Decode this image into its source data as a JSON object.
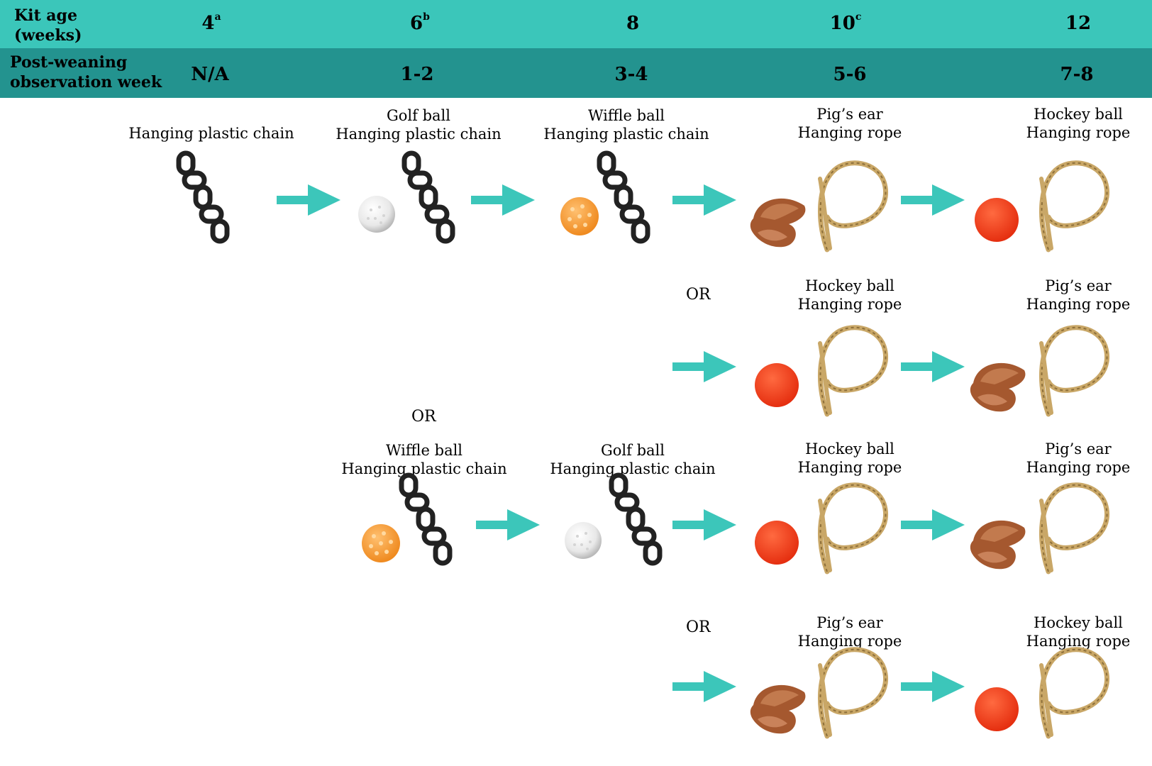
{
  "header": {
    "age_label": "Kit age (weeks)",
    "obs_label": "Post-weaning observation week",
    "ages": [
      {
        "value": "4",
        "sup": "a"
      },
      {
        "value": "6",
        "sup": "b"
      },
      {
        "value": "8",
        "sup": ""
      },
      {
        "value": "10",
        "sup": "c"
      },
      {
        "value": "12",
        "sup": ""
      }
    ],
    "weeks": [
      "N/A",
      "1-2",
      "3-4",
      "5-6",
      "7-8"
    ]
  },
  "labels": {
    "c1": "Hanging plastic chain",
    "a2": [
      "Golf ball",
      "Hanging plastic chain"
    ],
    "a3": [
      "Wiffle ball",
      "Hanging plastic chain"
    ],
    "a4": [
      "Pig’s ear",
      "Hanging rope"
    ],
    "a5": [
      "Hockey ball",
      "Hanging rope"
    ],
    "b4": [
      "Hockey ball",
      "Hanging rope"
    ],
    "b5": [
      "Pig’s ear",
      "Hanging rope"
    ],
    "c2": [
      "Wiffle ball",
      "Hanging plastic chain"
    ],
    "c3": [
      "Golf ball",
      "Hanging plastic chain"
    ],
    "c4": [
      "Hockey ball",
      "Hanging rope"
    ],
    "c5": [
      "Pig’s ear",
      "Hanging rope"
    ],
    "d4": [
      "Pig’s ear",
      "Hanging rope"
    ],
    "d5": [
      "Hockey ball",
      "Hanging rope"
    ]
  },
  "or_text": "OR",
  "colors": {
    "header_light": "#3bc6ba",
    "header_dark": "#23938f",
    "arrow": "#3cc6ba",
    "wiffle": "#f59a36",
    "hockey": "#f23a1a",
    "rope": "#c9a767",
    "ear": "#a5582f",
    "chain": "#222222"
  },
  "icons": [
    "chain-icon",
    "golf-ball-icon",
    "wiffle-ball-icon",
    "hockey-ball-icon",
    "pigs-ear-icon",
    "rope-icon",
    "arrow-icon"
  ]
}
